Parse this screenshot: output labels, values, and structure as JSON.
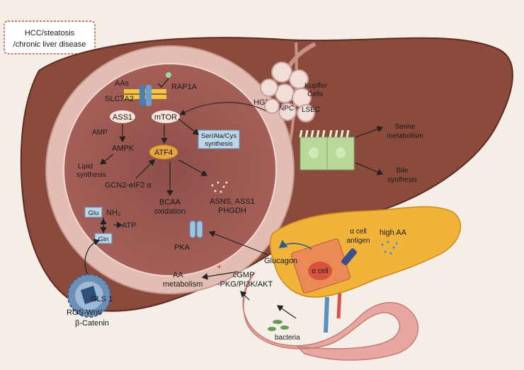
{
  "callout": {
    "line1": "HCC/steatosis",
    "line2": "/chronic liver disease"
  },
  "cell": {
    "aas": "AAs",
    "rap1a": "RAP1A",
    "slc7a2": "SLC7A2",
    "ass1": "ASS1",
    "mtor": "mTOR",
    "amp": "AMP",
    "ampk": "AMPK",
    "lipid1": "Lipid",
    "lipid2": "synthesis",
    "atf4": "ATF4",
    "ser1": "Ser/Ala/Cys",
    "ser2": "synthesis",
    "gcn2": "GCN2-eIF2 α",
    "bcaa1": "BCAA",
    "bcaa2": "oxidation",
    "asns1": "ASNS, ASS1",
    "asns2": "PHGDH",
    "glu": "Glu",
    "nh3": "NH₃",
    "atp": "ATP",
    "gln": "Gln",
    "pka": "PKA"
  },
  "liver": {
    "hgf": "HGF",
    "kupffer1": "Kupffer",
    "kupffer2": "Cells",
    "npc": "NPC",
    "lsec": "LSEC",
    "serine1": "Serine",
    "serine2": "metabolism",
    "bile1": "Bile",
    "bile2": "synthesis"
  },
  "pancreas": {
    "acell1": "α cell",
    "acell2": "antigen",
    "highaa": "high AA",
    "glucagon": "Glucagon",
    "acell": "α cell"
  },
  "gut": {
    "aa1": "AA",
    "aa2": "metabolism",
    "cgmp1": "cGMP",
    "cgmp2": "-PKG/PI3K/AKT",
    "bacteria": "bacteria"
  },
  "gls": {
    "gls1": "GLS 1",
    "ros": "ROS-Wnt/",
    "catenin": "β-Catenin"
  },
  "colors": {
    "liver": "#8a4a3c",
    "liver_edge": "#5e2c22",
    "cell_ring": "#e3bdb3",
    "cell_inner": "#9c5a52",
    "pancreas": "#f2b33b",
    "gut": "#e8a7a0",
    "box": "#bcd6ea"
  }
}
